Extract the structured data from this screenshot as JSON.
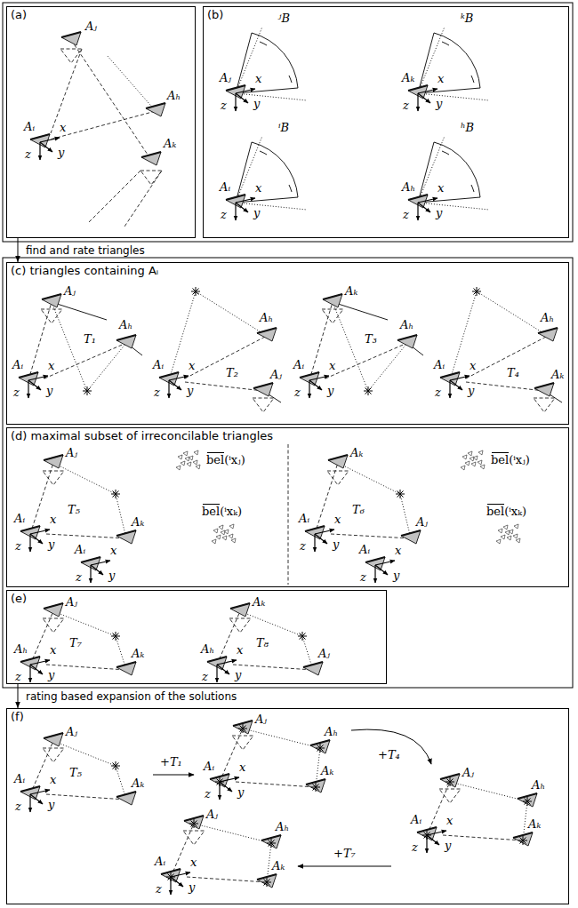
{
  "diagram": {
    "nodes": [
      {
        "text": [
          "(a)"
        ]
      },
      {
        "text": [
          "(b)"
        ]
      },
      {
        "text": [
          "(c) triangles containing Aᵢ"
        ]
      },
      {
        "text": [
          "(d) maximal subset of irreconcilable triangles"
        ]
      },
      {
        "text": [
          "(e)"
        ]
      },
      {
        "text": [
          "(f)"
        ]
      }
    ],
    "edges": [
      {
        "from": 0,
        "to": 2,
        "arrow": "to",
        "label": "find and rate triangles"
      },
      {
        "from": 4,
        "to": 5,
        "arrow": "to",
        "label": "rating based expansion of the solutions"
      }
    ],
    "labels": [
      "Aⱼ",
      "Aₕ",
      "Aᵢ",
      "x",
      "y",
      "z",
      "Aₖ",
      "ʲB",
      "Aⱼ",
      "x",
      "y",
      "z",
      "ᵏB",
      "Aₖ",
      "x",
      "y",
      "z",
      "ⁱB",
      "Aᵢ",
      "x",
      "y",
      "z",
      "ʰB",
      "Aₕ",
      "x",
      "y",
      "z",
      "Aⱼ",
      "Aₕ",
      "T₁",
      "Aᵢ",
      "x",
      "y",
      "z",
      "Aₕ",
      "Aⱼ",
      "T₂",
      "Aᵢ",
      "x",
      "y",
      "z",
      "Aₖ",
      "Aₕ",
      "T₃",
      "Aᵢ",
      "x",
      "y",
      "z",
      "Aₕ",
      "Aₖ",
      "T₄",
      "Aᵢ",
      "x",
      "y",
      "z",
      "Aⱼ",
      "T₅",
      "Aᵢ",
      "x",
      "y",
      "z",
      "Aₖ",
      "Aᵢ",
      "x",
      "y",
      "z",
      "bel(ⁱxⱼ)",
      "bel(ⁱxₖ)",
      "Aₖ",
      "T₆",
      "Aᵢ",
      "x",
      "y",
      "z",
      "Aⱼ",
      "Aᵢ",
      "x",
      "y",
      "z",
      "bel(ⁱxⱼ)",
      "bel(ⁱxₖ)",
      "Aⱼ",
      "T₇",
      "Aₕ",
      "x",
      "y",
      "z",
      "Aₖ",
      "Aₖ",
      "T₈",
      "Aₕ",
      "x",
      "y",
      "z",
      "Aⱼ",
      "Aⱼ",
      "T₅",
      "Aᵢ",
      "x",
      "y",
      "z",
      "Aₖ",
      "+T₁",
      "Aⱼ",
      "Aₕ",
      "Aᵢ",
      "x",
      "y",
      "z",
      "Aₖ",
      "+T₄",
      "Aⱼ",
      "Aₕ",
      "Aᵢ",
      "x",
      "y",
      "z",
      "Aₖ",
      "+T₇",
      "Aⱼ",
      "Aₕ",
      "Aᵢ",
      "x",
      "y",
      "z",
      "Aₖ"
    ]
  }
}
